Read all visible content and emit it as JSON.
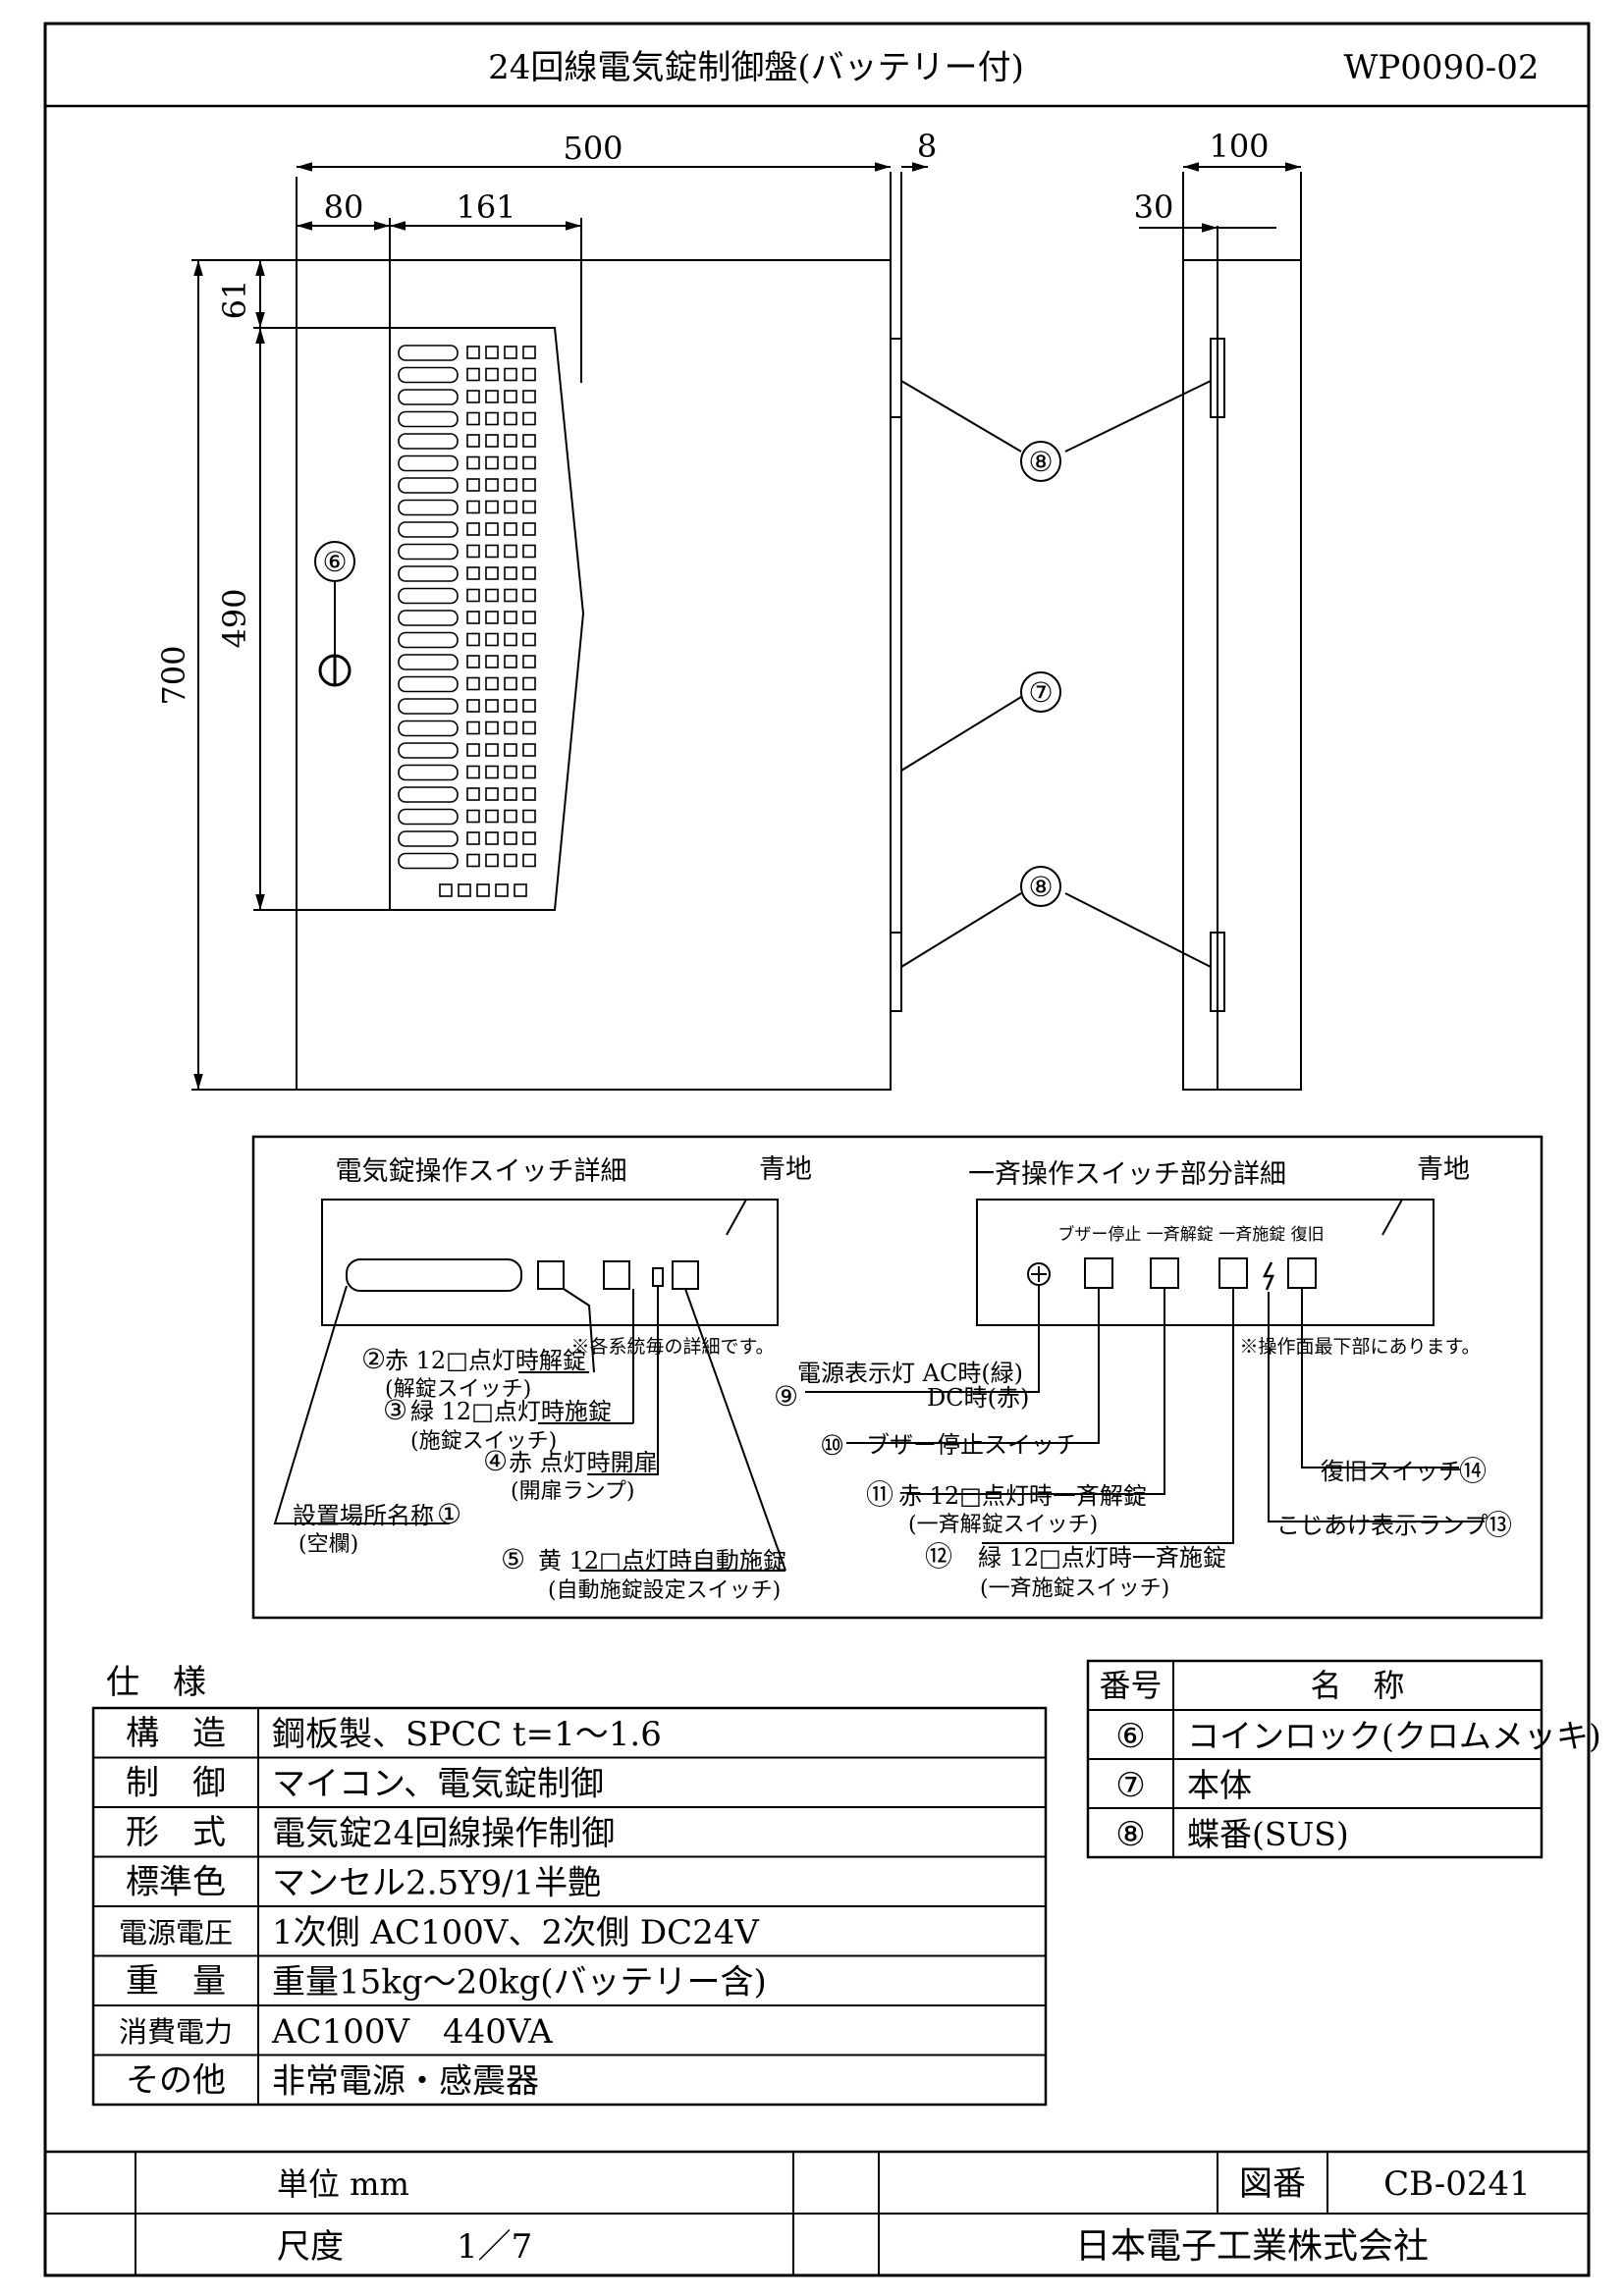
{
  "header": {
    "title": "24回線電気錠制御盤(バッテリー付)",
    "code": "WP0090-02"
  },
  "dimensions": {
    "width_total": "500",
    "door_thickness": "8",
    "depth": "100",
    "offset_left": "80",
    "panel_width": "161",
    "hinge_offset": "30",
    "top_margin": "61",
    "panel_height": "490",
    "height_total": "700"
  },
  "callouts": {
    "c6": "⑥",
    "c7": "⑦",
    "c8a": "⑧",
    "c8b": "⑧"
  },
  "detail_left": {
    "title": "電気錠操作スイッチ詳細",
    "bg_label": "青地",
    "note": "※各系統毎の詳細です。",
    "items": [
      {
        "num": "②",
        "text": "赤 12□点灯時解錠",
        "sub": "(解錠スイッチ)"
      },
      {
        "num": "③",
        "text": "緑 12□点灯時施錠",
        "sub": "(施錠スイッチ)"
      },
      {
        "num": "④",
        "text": "赤 点灯時開扉",
        "sub": "(開扉ランプ)"
      },
      {
        "num": "①",
        "text": "設置場所名称",
        "sub": "(空欄)"
      },
      {
        "num": "⑤",
        "text": "黄 12□点灯時自動施錠",
        "sub": "(自動施錠設定スイッチ)"
      }
    ]
  },
  "detail_right": {
    "title": "一斉操作スイッチ部分詳細",
    "bg_label": "青地",
    "button_labels": "ブザー停止 一斉解錠 一斉施錠 復旧",
    "note": "※操作面最下部にあります。",
    "items": [
      {
        "num": "⑨",
        "text": "電源表示灯 AC時(緑)",
        "sub": "DC時(赤)"
      },
      {
        "num": "⑩",
        "text": "ブザー停止スイッチ"
      },
      {
        "num": "⑪",
        "text": "赤 12□点灯時一斉解錠",
        "sub": "(一斉解錠スイッチ)"
      },
      {
        "num": "⑫",
        "text": "緑 12□点灯時一斉施錠",
        "sub": "(一斉施錠スイッチ)"
      },
      {
        "num": "⑭",
        "text": "復旧スイッチ"
      },
      {
        "num": "⑬",
        "text": "こじあけ表示ランプ"
      }
    ]
  },
  "spec": {
    "heading": "仕　様",
    "rows": [
      {
        "label": "構　造",
        "value": "鋼板製、SPCC t=1～1.6"
      },
      {
        "label": "制　御",
        "value": "マイコン、電気錠制御"
      },
      {
        "label": "形　式",
        "value": "電気錠24回線操作制御"
      },
      {
        "label": "標準色",
        "value": "マンセル2.5Y9/1半艶"
      },
      {
        "label": "電源電圧",
        "value": "1次側 AC100V、2次側 DC24V"
      },
      {
        "label": "重　量",
        "value": "重量15kg～20kg(バッテリー含)"
      },
      {
        "label": "消費電力",
        "value": "AC100V　440VA"
      },
      {
        "label": "その他",
        "value": "非常電源・感震器"
      }
    ]
  },
  "parts": {
    "head_num": "番号",
    "head_name": "名　称",
    "rows": [
      {
        "num": "⑥",
        "name": "コインロック(クロムメッキ)"
      },
      {
        "num": "⑦",
        "name": "本体"
      },
      {
        "num": "⑧",
        "name": "蝶番(SUS)"
      }
    ]
  },
  "footer": {
    "unit": "単位 mm",
    "scale_label": "尺度",
    "scale_value": "1／7",
    "drawing_label": "図番",
    "drawing_no": "CB-0241",
    "company": "日本電子工業株式会社"
  }
}
